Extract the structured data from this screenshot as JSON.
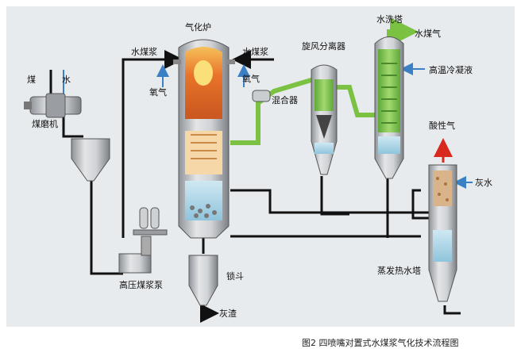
{
  "labels": {
    "coal": "煤",
    "water": "水",
    "coal_mill": "煤磨机",
    "hp_pump": "高压煤浆泵",
    "gasifier": "气化炉",
    "slurry_left": "水煤浆",
    "slurry_right": "水煤浆",
    "oxygen_left": "氧气",
    "oxygen_right": "氧气",
    "mixer": "混合器",
    "cyclone": "旋风分离器",
    "washer": "水洗塔",
    "syngas": "水煤气",
    "hot_condensate": "高温冷凝液",
    "acid_gas": "酸性气",
    "grey_water": "灰水",
    "evap_tower": "蒸发热水塔",
    "lock_hopper": "锁斗",
    "slag": "灰渣"
  },
  "caption": "图2  四喷嘴对置式水煤浆气化技术流程图",
  "colors": {
    "background": "#e8ebee",
    "pipe_black": "#111111",
    "pipe_green": "#7cc242",
    "pipe_blue": "#3b7fc4",
    "arrow_red": "#d9281e",
    "vessel_gray": "#b8bcc0",
    "flame_orange": "#e8732a"
  }
}
